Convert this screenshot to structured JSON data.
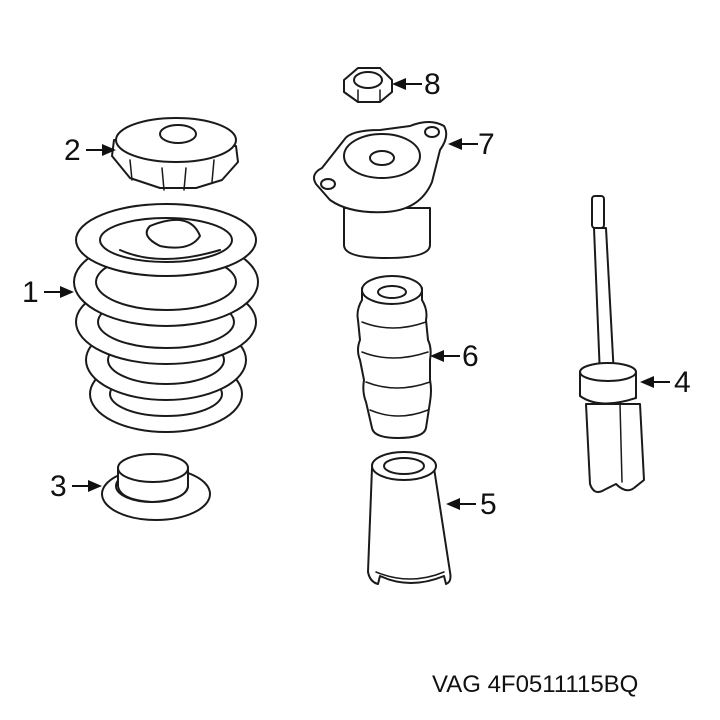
{
  "callouts": {
    "c1": "1",
    "c2": "2",
    "c3": "3",
    "c4": "4",
    "c5": "5",
    "c6": "6",
    "c7": "7",
    "c8": "8"
  },
  "part_number": "VAG 4F0511115BQ",
  "colors": {
    "line": "#1a1a1a",
    "background": "#ffffff"
  }
}
